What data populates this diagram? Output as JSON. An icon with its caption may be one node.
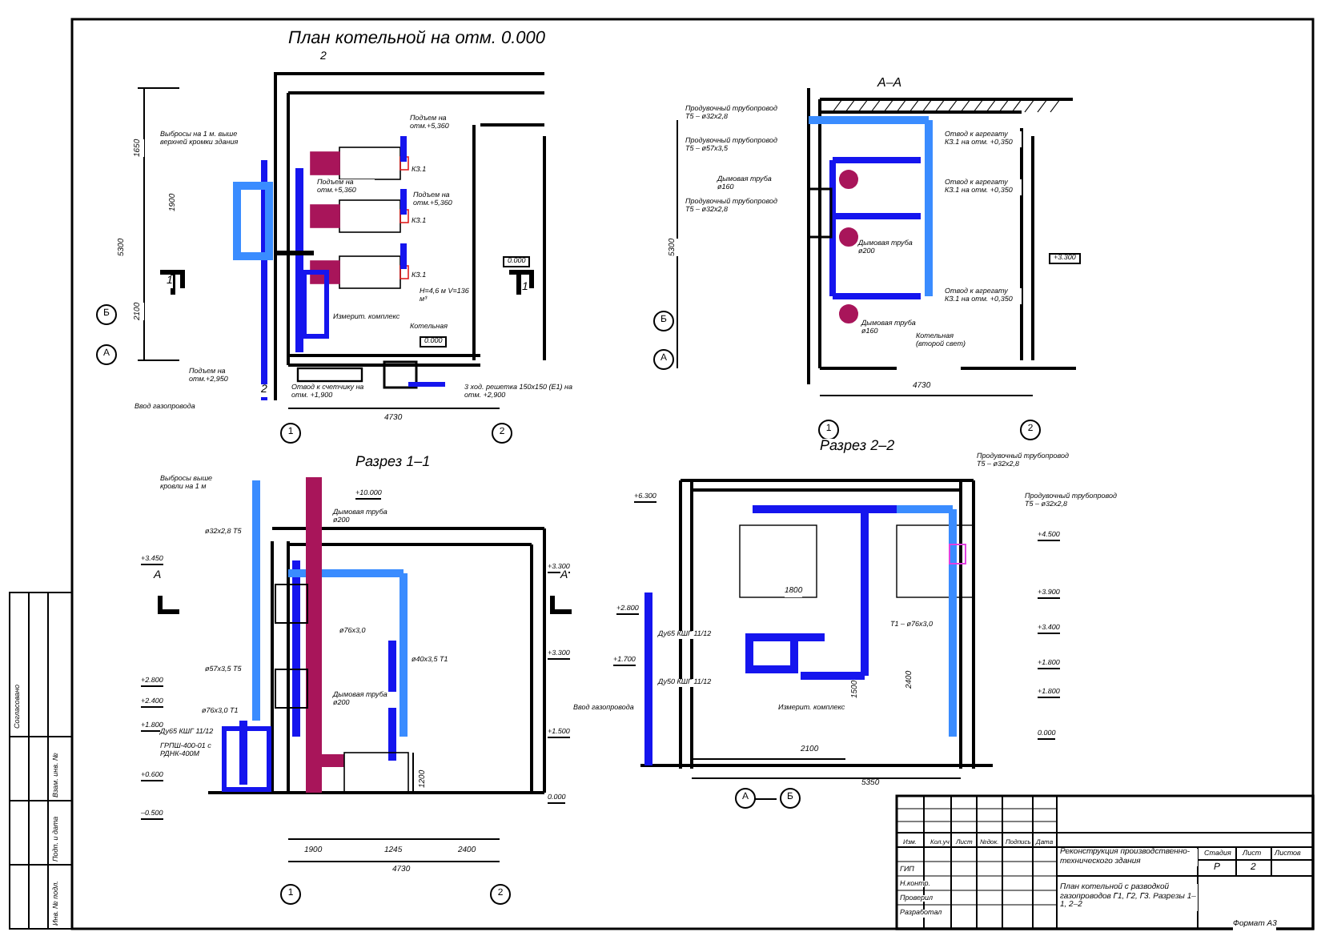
{
  "diagram": {
    "labels": [
      "План котельной на отм. 0.000",
      "1650",
      "1900",
      "2100",
      "5300",
      "Выбросы на 1 м. выше верхней кромки здания",
      "Подъем на отм.+5,360",
      "КЗ.1",
      "КЗ.1",
      "КЗ.1",
      "Подъем на отм.+5,360",
      "Подъем на отм.+5,360",
      "H=4,6 м V=136 м³",
      "Котельная",
      "0.000",
      "0.000",
      "Отвод к счетчику на отм. +1,900",
      "3 ход. решетка 150х150 (Е1) на отм. +2,900",
      "Ввод газопровода",
      "Подъем на отм.+2,950",
      "Измерит. комплекс",
      "4730",
      "1",
      "2",
      "А",
      "Б",
      "2",
      "2",
      "1",
      "1",
      "А–А",
      "Продувочный трубопровод Т5 – ø32х2,8",
      "Продувочный трубопровод Т5 – ø57х3,5",
      "Дымовая труба ø160",
      "Продувочный трубопровод Т5 – ø32х2,8",
      "Дымовая труба ø200",
      "Дымовая труба ø160",
      "Отвод к агрегату КЗ.1 на отм. +0,350",
      "Отвод к агрегату КЗ.1 на отм. +0,350",
      "Отвод к агрегату КЗ.1 на отм. +0,350",
      "Котельная (второй свет)",
      "+3.300",
      "5300",
      "4730",
      "1",
      "2",
      "Б",
      "А",
      "Разрез 1–1",
      "Выбросы выше кровли на 1 м",
      "Дымовая труба ø200",
      "Дымовая труба ø200",
      "+10.000",
      "+3.450",
      "+2.800",
      "+2.400",
      "+1.800",
      "+0.600",
      "–0.500",
      "+3.300",
      "+3.300",
      "+1.500",
      "0.000",
      "ø32х2,8 Т5",
      "ø57х3,5 Т5",
      "ø76х3,0 Т1",
      "Ду65 КШГ 11/12",
      "ГРПШ-400-01 с РДНК-400М",
      "ø76х3,0",
      "ø40х3,5 Т1",
      "1200",
      "1900",
      "1245",
      "2400",
      "4730",
      "1",
      "2",
      "А",
      "А",
      "Разрез 2–2",
      "Продувочный трубопровод Т5 – ø32х2,8",
      "Продувочный трубопровод Т5 – ø32х2,8",
      "+6.300",
      "+2.800",
      "+1.700",
      "Ду65 КШГ 11/12",
      "Ду50 КШГ 11/12",
      "Ввод газопровода",
      "Измерит. комплекс",
      "Т1 – ø76х3,0",
      "+4.500",
      "+3.900",
      "+3.400",
      "+1.800",
      "+1.800",
      "0.000",
      "1800",
      "1500",
      "2400",
      "2100",
      "5350",
      "А",
      "Б",
      "Изм.",
      "Кол.уч",
      "Лист",
      "№док.",
      "Подпись",
      "Дата",
      "ГИП",
      "Н.контр.",
      "Проверил",
      "Разработал",
      "Реконструкция производственно-технического здания",
      "План котельной с разводкой газопроводов Г1, Г2, Г3. Разрезы 1–1, 2–2",
      "Стадия",
      "Лист",
      "Листов",
      "Р",
      "2",
      "Формат А3",
      "Согласовано",
      "Взам. инв. №",
      "Подп. и дата",
      "Инв. № подл."
    ]
  }
}
